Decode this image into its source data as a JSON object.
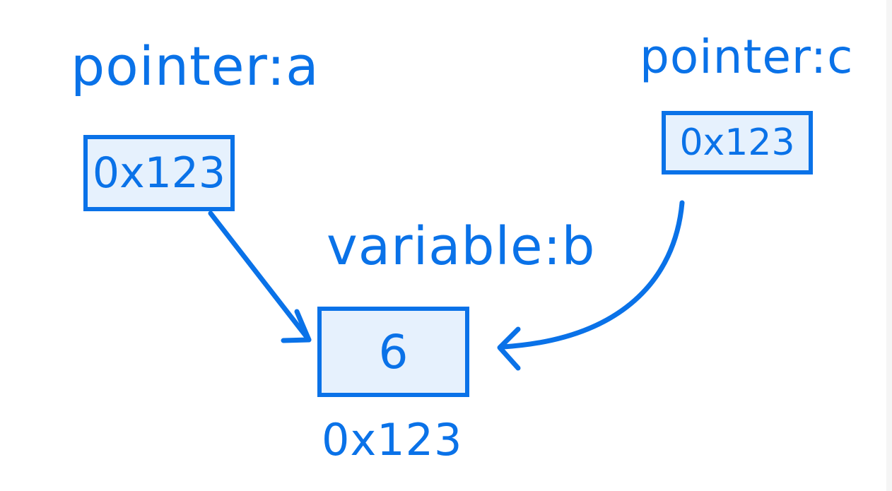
{
  "diagram": {
    "color": "#0a72e8",
    "box_fill": "#e6f1fd",
    "pointer_a": {
      "label": "pointer:a",
      "value": "0x123"
    },
    "pointer_c": {
      "label": "pointer:c",
      "value": "0x123"
    },
    "variable_b": {
      "label": "variable:b",
      "value": "6",
      "address": "0x123"
    },
    "arrows": [
      {
        "from": "pointer_a",
        "to": "variable_b"
      },
      {
        "from": "pointer_c",
        "to": "variable_b"
      }
    ]
  }
}
